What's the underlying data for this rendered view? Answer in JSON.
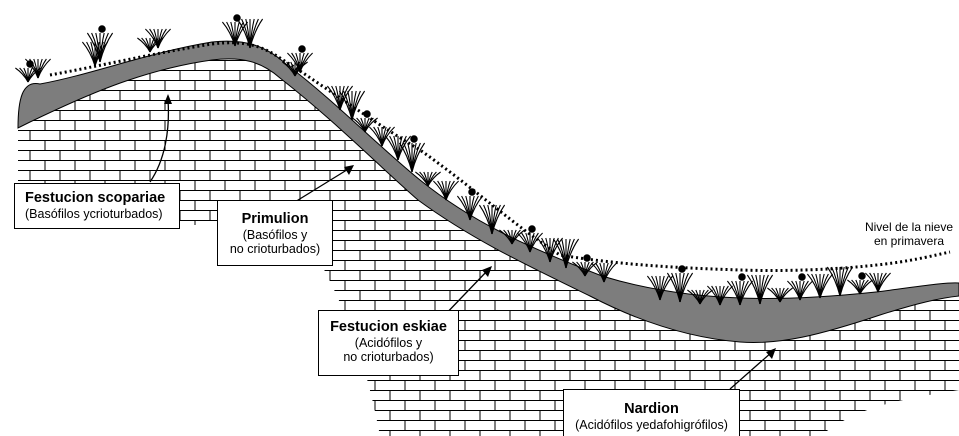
{
  "labels": {
    "festucion_scopariae": {
      "title": "Festucion scopariae",
      "subtitle": "(Basófilos ycrioturbados)"
    },
    "primulion": {
      "title": "Primulion",
      "subtitle_1": "(Basófilos y",
      "subtitle_2": "no crioturbados)"
    },
    "festucion_eskiae": {
      "title": "Festucion eskiae",
      "subtitle_1": "(Acidófilos y",
      "subtitle_2": "no crioturbados)"
    },
    "nardion": {
      "title": "Nardion",
      "subtitle": "(Acidófilos yedafohigrófilos)"
    }
  },
  "snow_level": {
    "line1": "Nivel de la nieve",
    "line2": "en primavera"
  },
  "colors": {
    "ink": "#000000",
    "soil": "#7d7d7d",
    "background": "#ffffff"
  }
}
